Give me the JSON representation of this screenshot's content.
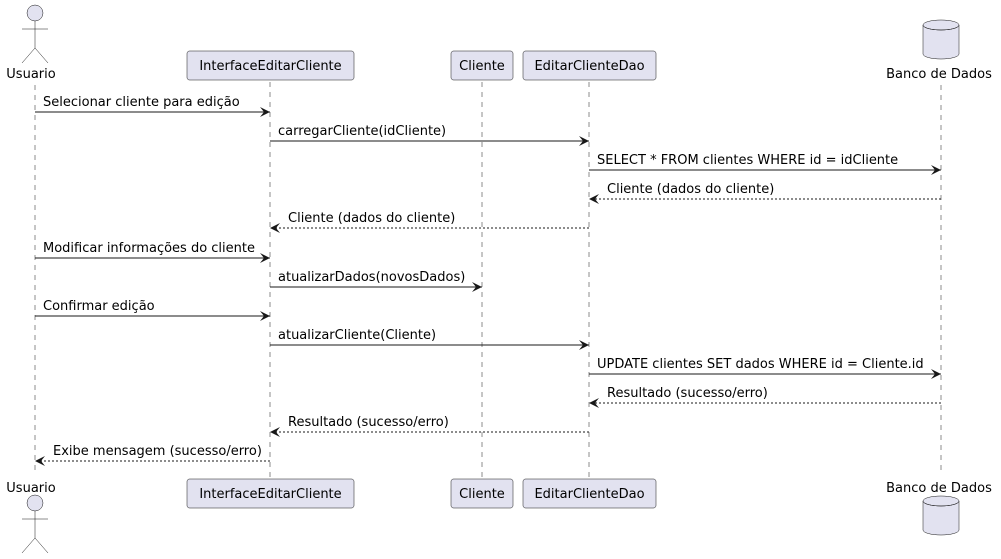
{
  "participants": [
    {
      "id": "usuario",
      "label": "Usuario",
      "kind": "actor"
    },
    {
      "id": "interface",
      "label": "InterfaceEditarCliente",
      "kind": "participant"
    },
    {
      "id": "cliente",
      "label": "Cliente",
      "kind": "participant"
    },
    {
      "id": "dao",
      "label": "EditarClienteDao",
      "kind": "participant"
    },
    {
      "id": "banco",
      "label": "Banco de Dados",
      "kind": "database"
    }
  ],
  "messages": [
    {
      "from": "usuario",
      "to": "interface",
      "label": "Selecionar cliente para edição",
      "dashed": false
    },
    {
      "from": "interface",
      "to": "dao",
      "label": "carregarCliente(idCliente)",
      "dashed": false
    },
    {
      "from": "dao",
      "to": "banco",
      "label": "SELECT * FROM clientes WHERE id = idCliente",
      "dashed": false
    },
    {
      "from": "banco",
      "to": "dao",
      "label": "Cliente (dados do cliente)",
      "dashed": true
    },
    {
      "from": "dao",
      "to": "interface",
      "label": "Cliente (dados do cliente)",
      "dashed": true
    },
    {
      "from": "usuario",
      "to": "interface",
      "label": "Modificar informações do cliente",
      "dashed": false
    },
    {
      "from": "interface",
      "to": "cliente",
      "label": "atualizarDados(novosDados)",
      "dashed": false
    },
    {
      "from": "usuario",
      "to": "interface",
      "label": "Confirmar edição",
      "dashed": false
    },
    {
      "from": "interface",
      "to": "dao",
      "label": "atualizarCliente(Cliente)",
      "dashed": false
    },
    {
      "from": "dao",
      "to": "banco",
      "label": "UPDATE clientes SET dados WHERE id = Cliente.id",
      "dashed": false
    },
    {
      "from": "banco",
      "to": "dao",
      "label": "Resultado (sucesso/erro)",
      "dashed": true
    },
    {
      "from": "dao",
      "to": "interface",
      "label": "Resultado (sucesso/erro)",
      "dashed": true
    },
    {
      "from": "interface",
      "to": "usuario",
      "label": "Exibe mensagem (sucesso/erro)",
      "dashed": true
    }
  ],
  "colors": {
    "participant_fill": "#E2E2F0",
    "line": "#181818",
    "text": "#000000"
  }
}
